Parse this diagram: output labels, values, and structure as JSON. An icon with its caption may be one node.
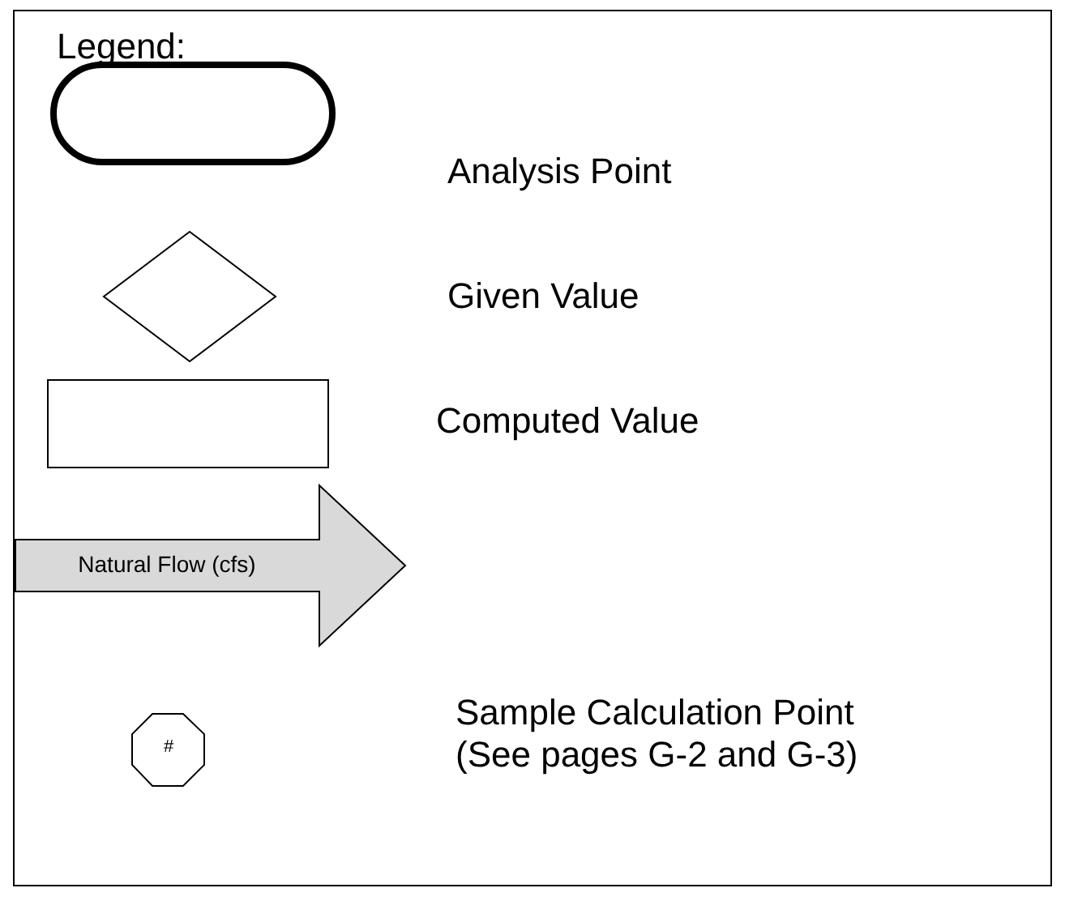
{
  "diagram": {
    "title": "Legend:",
    "nodes": [
      {
        "text": [],
        "shape": "stadium"
      },
      {
        "text": [],
        "shape": "diamond"
      },
      {
        "text": [],
        "shape": "box"
      },
      {
        "text": [
          "Natural Flow (cfs)"
        ]
      },
      {
        "text": [
          "#"
        ]
      }
    ],
    "edges": [],
    "legend": [
      {
        "text": "Analysis Point"
      },
      {
        "text": "Given Value"
      },
      {
        "text": "Computed Value"
      },
      {
        "text": "Sample Calculation Point (See pages G-2 and G-3)"
      }
    ]
  }
}
